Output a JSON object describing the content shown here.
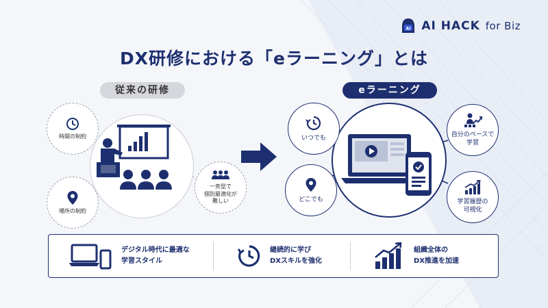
{
  "brand": {
    "name": "AI HACK",
    "sub": "for Biz"
  },
  "title": "DX研修における「eラーニング」とは",
  "old": {
    "label": "従来の研修",
    "points": [
      {
        "icon": "clock-icon",
        "text": "時間の制約"
      },
      {
        "icon": "location-pin-icon",
        "text": "場所の制約"
      },
      {
        "icon": "group-icon",
        "lines": [
          "一斉型で",
          "個別最適化が",
          "難しい"
        ]
      }
    ]
  },
  "new": {
    "label": "eラーニング",
    "points": [
      {
        "icon": "clock-rotate-icon",
        "text": "いつでも"
      },
      {
        "icon": "location-pin-icon",
        "text": "どこでも"
      },
      {
        "icon": "person-growth-icon",
        "lines": [
          "自分のペースで",
          "学習"
        ]
      },
      {
        "icon": "growth-chart-icon",
        "lines": [
          "学習履歴の",
          "可視化"
        ]
      }
    ]
  },
  "features": [
    {
      "icon": "devices-icon",
      "lines": [
        "デジタル時代に最適な",
        "学習スタイル"
      ]
    },
    {
      "icon": "cycle-clock-icon",
      "lines": [
        "継続的に学び",
        "DXスキルを強化"
      ]
    },
    {
      "icon": "bar-growth-icon",
      "lines": [
        "組織全体の",
        "DX推進を加速"
      ]
    }
  ],
  "colors": {
    "primary": "#1d2f6f",
    "accent": "#3a5bd9",
    "muted": "#d5d7dc"
  }
}
